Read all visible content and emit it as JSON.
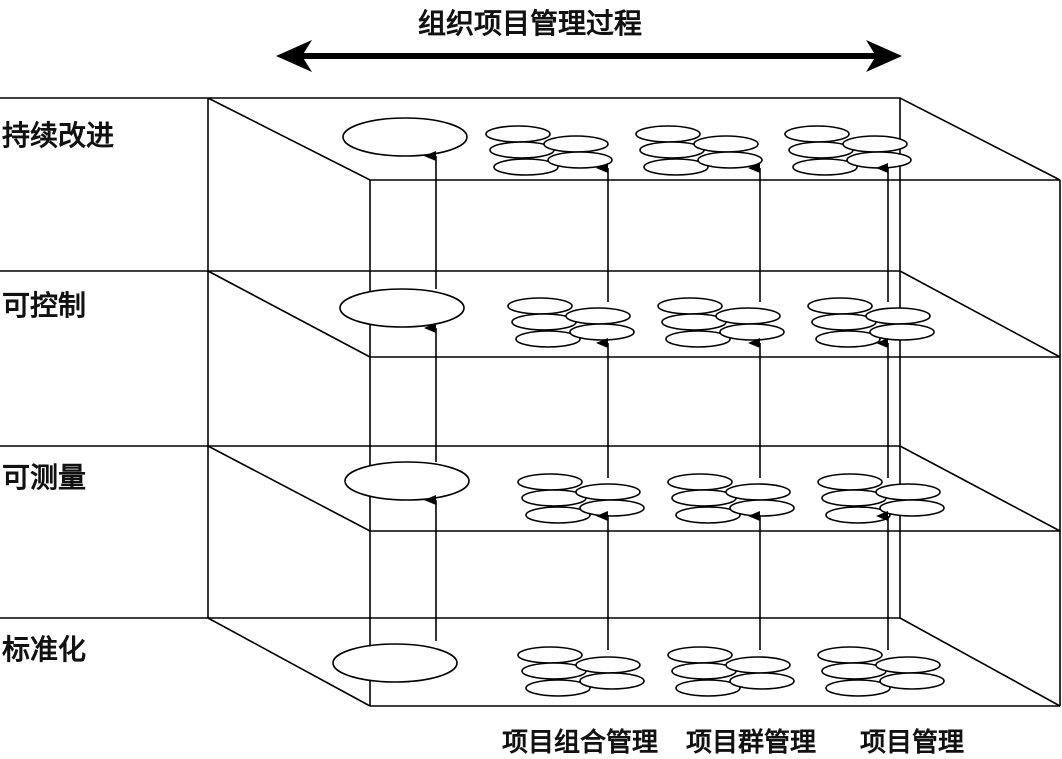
{
  "title": "组织项目管理过程",
  "levels": [
    "持续改进",
    "可控制",
    "可测量",
    "标准化"
  ],
  "columns": [
    "项目组合管理",
    "项目群管理",
    "项目管理"
  ],
  "colors": {
    "stroke": "#000000",
    "background": "#ffffff"
  }
}
